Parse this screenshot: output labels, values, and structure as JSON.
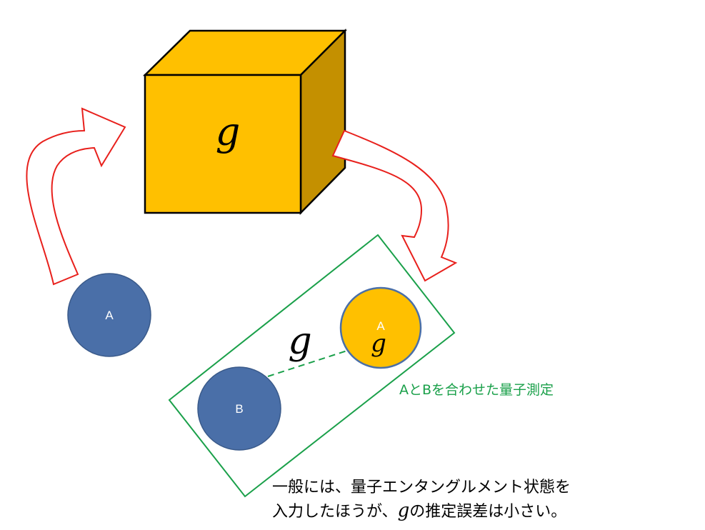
{
  "diagram": {
    "black_box": {
      "symbol": "g"
    },
    "particle_a_input": {
      "label": "A"
    },
    "particle_a_output": {
      "label": "A",
      "symbol": "g"
    },
    "particle_b": {
      "label": "B"
    },
    "entanglement_symbol": "g",
    "joint_measurement_label": "AとBを合わせた量子測定",
    "caption_line1": "一般には、量子エンタングルメント状態を",
    "caption_line2_before": "入力したほうが、",
    "caption_line2_symbol": "g",
    "caption_line2_after": "の推定誤差は小さい。"
  },
  "colors": {
    "box_front": "#ffc000",
    "box_top": "#ffc000",
    "box_side": "#c49000",
    "arrow_stroke": "#e8201c",
    "frame_green": "#1aa04a",
    "circle_blue": "#4a6fa8",
    "circle_gold": "#ffc000"
  }
}
